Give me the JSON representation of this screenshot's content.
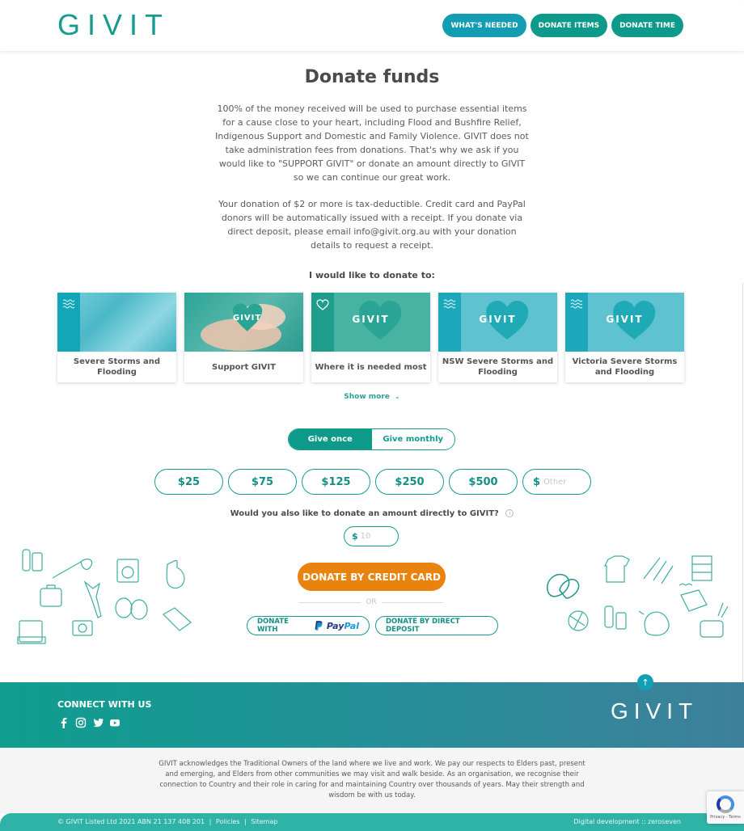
{
  "header": {
    "logo": "GIVIT",
    "nav": [
      {
        "label": "WHAT'S NEEDED",
        "color": "#129db2"
      },
      {
        "label": "DONATE ITEMS",
        "color": "#0e9a8a"
      },
      {
        "label": "DONATE TIME",
        "color": "#0e9a8a"
      }
    ]
  },
  "intro": {
    "title": "Donate funds",
    "paragraph1": "100% of the money received will be used to purchase essential items for a cause close to your heart, including Flood and Bushfire Relief, Indigenous Support and Domestic and Family Violence. GIVIT does not take administration fees from donations. That's why we ask if you would like to \"SUPPORT GIVIT\" or donate an amount directly to GIVIT so we can continue our great work.",
    "paragraph2": "Your donation of $2 or more is tax-deductible. Credit card and PayPal donors will be automatically issued with a receipt. If you donate via direct deposit, please email info@givit.org.au with your donation details to request a receipt.",
    "subheading": "I would like to donate to:"
  },
  "causes": [
    {
      "label": "Severe Storms and Flooding",
      "icon": "waves-icon",
      "image": "water"
    },
    {
      "label": "Support GIVIT",
      "icon": "",
      "image": "hands-heart"
    },
    {
      "label": "Where it is needed most",
      "icon": "heart-outline-icon",
      "image": "givit-heart-green",
      "heart_text": "GIVIT"
    },
    {
      "label": "NSW Severe Storms and Flooding",
      "icon": "waves-icon",
      "image": "givit-heart-blue",
      "heart_text": "GIVIT"
    },
    {
      "label": "Victoria Severe Storms and Flooding",
      "icon": "waves-icon",
      "image": "givit-heart-blue",
      "heart_text": "GIVIT"
    }
  ],
  "show_more": "Show more",
  "frequency": {
    "options": [
      "Give once",
      "Give monthly"
    ],
    "selected": "Give once"
  },
  "amounts": {
    "options": [
      "$25",
      "$75",
      "$125",
      "$250",
      "$500"
    ],
    "other_currency": "$",
    "other_placeholder": "Other"
  },
  "givit_donation": {
    "question": "Would you also like to donate an amount directly to GIVIT?",
    "info_icon": "i",
    "currency": "$",
    "placeholder": "10"
  },
  "actions": {
    "credit_card": "DONATE BY CREDIT CARD",
    "or": "OR",
    "paypal_prefix": "DONATE WITH",
    "paypal_brand_a": "Pay",
    "paypal_brand_b": "Pal",
    "direct_deposit": "DONATE BY DIRECT DEPOSIT"
  },
  "footer": {
    "connect": "CONNECT WITH US",
    "socials": [
      "facebook",
      "instagram",
      "twitter",
      "youtube"
    ],
    "logo": "GIVIT",
    "back_to_top": "↑",
    "acknowledgement": "GIVIT acknowledges the Traditional Owners of the land where we live and work. We pay our respects to Elders past, present and emerging, and Elders from other communities we may visit and walk beside. As an organisation, we recognise their connection to Country and their role in caring for and maintaining Country over thousands of years. May their strength and wisdom be with us today.",
    "copyright": "© GIVIT Listed Ltd 2021 ABN 21 137 408 201",
    "links": [
      "Policies",
      "Sitemap"
    ],
    "separator": "|",
    "dev": "Digital development :: zeroseven",
    "recaptcha": "Privacy - Terms"
  },
  "colors": {
    "brand_teal": "#0e9a8a",
    "brand_blue": "#129db2",
    "cta_orange": "#e9830d"
  }
}
